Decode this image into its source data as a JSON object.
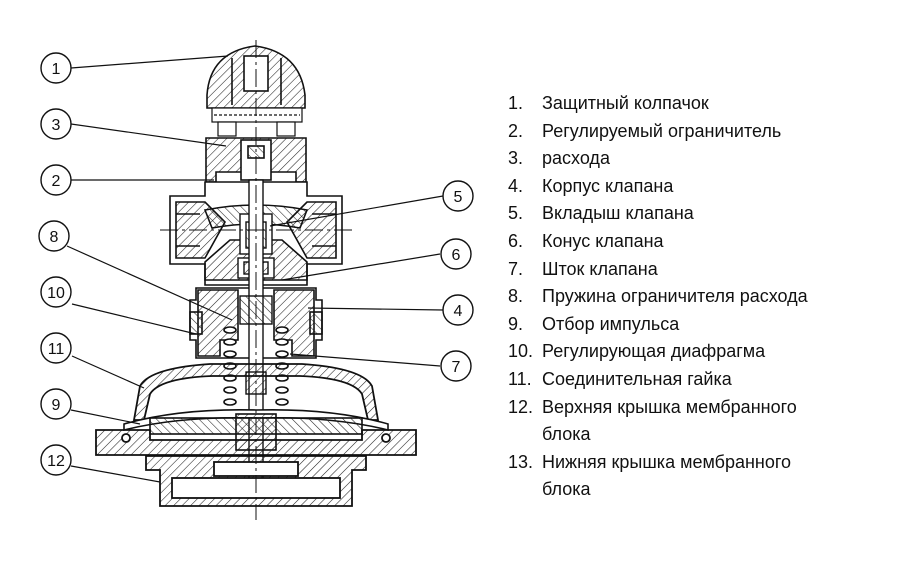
{
  "callouts": [
    {
      "id": "1",
      "label": "1"
    },
    {
      "id": "2",
      "label": "2"
    },
    {
      "id": "3",
      "label": "3"
    },
    {
      "id": "4",
      "label": "4"
    },
    {
      "id": "5",
      "label": "5"
    },
    {
      "id": "6",
      "label": "6"
    },
    {
      "id": "7",
      "label": "7"
    },
    {
      "id": "8",
      "label": "8"
    },
    {
      "id": "9",
      "label": "9"
    },
    {
      "id": "10",
      "label": "10"
    },
    {
      "id": "11",
      "label": "11"
    },
    {
      "id": "12",
      "label": "12"
    }
  ],
  "legend": [
    {
      "num": "1.",
      "text": "Защитный колпачок"
    },
    {
      "num": "2.",
      "text": "Регулируемый ограничитель"
    },
    {
      "num": "3.",
      "text": "расхода"
    },
    {
      "num": "4.",
      "text": "Корпус клапана"
    },
    {
      "num": "5.",
      "text": "Вкладыш клапана"
    },
    {
      "num": "6.",
      "text": "Конус клапана"
    },
    {
      "num": "7.",
      "text": "Шток клапана"
    },
    {
      "num": "8.",
      "text": "Пружина ограничителя расхода"
    },
    {
      "num": "9.",
      "text": "Отбор импульса"
    },
    {
      "num": "10.",
      "text": "Регулирующая диафрагма"
    },
    {
      "num": "11.",
      "text": "Соединительная гайка"
    },
    {
      "num": "12.",
      "text": "Верхняя крышка мембранного"
    },
    {
      "num": "",
      "text": "блока"
    },
    {
      "num": "13.",
      "text": "Нижняя крышка мембранного"
    },
    {
      "num": "",
      "text": "блока"
    }
  ]
}
